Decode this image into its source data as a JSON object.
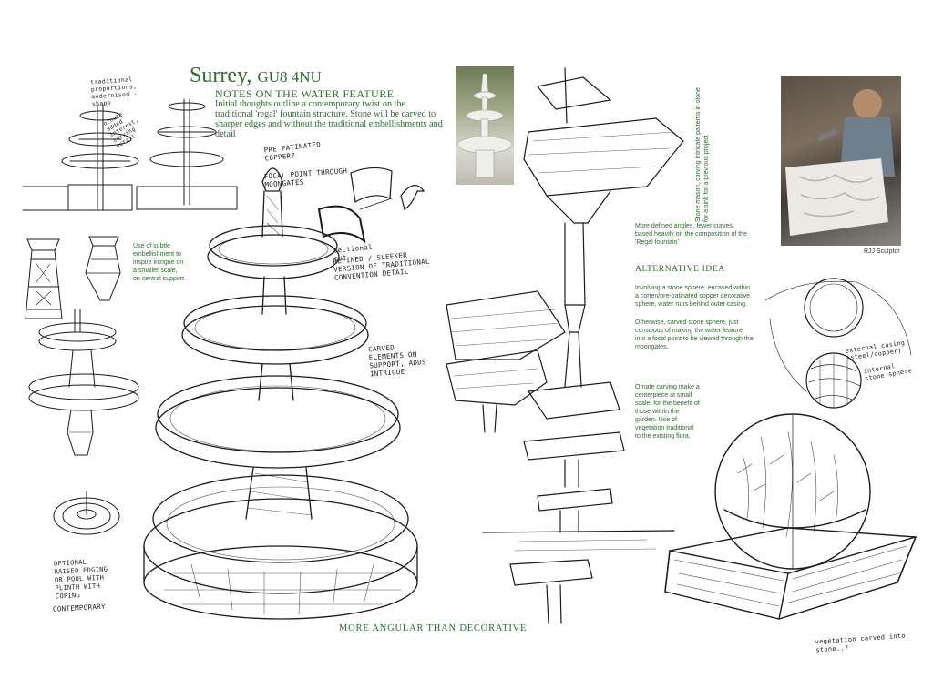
{
  "header": {
    "title_place": "Surrey,",
    "title_postcode": "GU8 4NU",
    "subtitle": "NOTES ON THE WATER FEATURE",
    "intro": "Initial thoughts outline a contemporary twist on the traditional 'regal' fountain structure. Stone will be carved to sharper edges and without the traditional embellishments and detail"
  },
  "left_sketch_notes": {
    "top_annotation": "traditional proportions, modernised - shape",
    "ornate_note": "ornate added interest, carving detail",
    "embellishment": "Use of subtle embellishment to inspire intrigue on a smaller scale, on central support.",
    "raised_pool": "OPTIONAL RAISED EDGING OR POOL WITH PLINTH WITH COPING",
    "contemporary": "CONTEMPORARY"
  },
  "center_sketch_notes": {
    "copper": "PRE PATINATED COPPER?",
    "focal_point": "FOCAL POINT THROUGH MOONGATES",
    "sectional": "Sectional cut",
    "refined": "REFINED / SLEEKER VERSION OF TRADITIONAL CONVENTION DETAIL",
    "carved": "CARVED ELEMENTS ON SUPPORT, ADDS INTRIGUE",
    "footer": "MORE ANGULAR THAN DECORATIVE"
  },
  "right_notes": {
    "defined_angles": "More defined angles, fewer curves, based heavily on the composition of the 'Regal fountain'",
    "alt_heading": "ALTERNATIVE IDEA",
    "alt_para1": "Involving a stone sphere, encased within a corten/pre-patinated copper decorative sphere, water runs behind outer casing.",
    "alt_para2": "Otherwise, carved stone sphere, just conscious of making the water feature into a focal point to be viewed through the moongates.",
    "ornate_carving": "Ornate carving make a centerpiece at small scale, for the benefit of those within the garden. Use of vegetation traditional to the existing flora.",
    "external_casing": "external casing (steel/copper)",
    "internal_sphere": "internal stone sphere",
    "vegetation": "vegetation carved into stone..?"
  },
  "photos": {
    "mason_caption": "Stone mason, carving intricate patterns in stone for a sink for a previous project",
    "credit": "RJJ Sculptor"
  },
  "colors": {
    "accent_green": "#2e6b2e",
    "ink": "#1b1b1b",
    "paper": "#ffffff"
  }
}
